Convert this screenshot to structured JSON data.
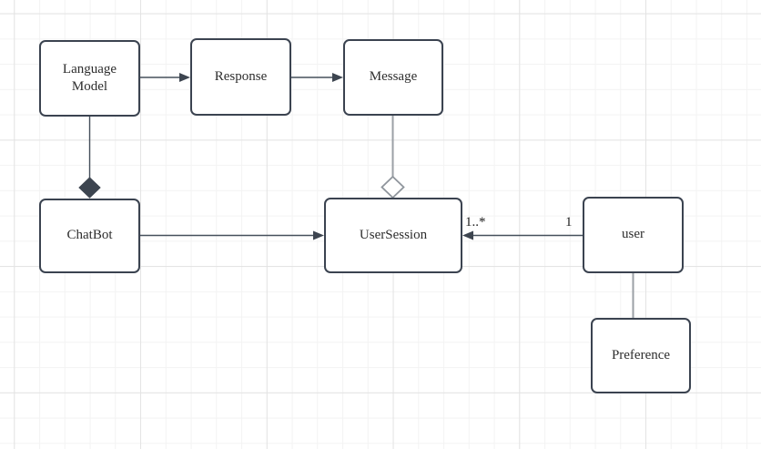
{
  "diagram": {
    "type": "uml-class-diagram",
    "nodes": [
      {
        "id": "language-model",
        "label": "Language Model"
      },
      {
        "id": "response",
        "label": "Response"
      },
      {
        "id": "message",
        "label": "Message"
      },
      {
        "id": "chatbot",
        "label": "ChatBot"
      },
      {
        "id": "user-session",
        "label": "UserSession"
      },
      {
        "id": "user",
        "label": "user"
      },
      {
        "id": "preference",
        "label": "Preference"
      }
    ],
    "edges": [
      {
        "from": "language-model",
        "to": "response",
        "type": "directed-arrow"
      },
      {
        "from": "response",
        "to": "message",
        "type": "directed-arrow"
      },
      {
        "from": "language-model",
        "to": "chatbot",
        "type": "composition-filled-diamond-at-chatbot"
      },
      {
        "from": "message",
        "to": "user-session",
        "type": "aggregation-hollow-diamond-at-usersession"
      },
      {
        "from": "chatbot",
        "to": "user-session",
        "type": "directed-arrow"
      },
      {
        "from": "user",
        "to": "user-session",
        "type": "directed-arrow",
        "source_multiplicity": "1",
        "target_multiplicity": "1..*"
      },
      {
        "from": "user",
        "to": "preference",
        "type": "plain-line"
      }
    ],
    "edge_labels": [
      {
        "text": "1..*"
      },
      {
        "text": "1"
      }
    ],
    "colors": {
      "node_border": "#3b4350",
      "node_fill": "#ffffff",
      "dark_edge": "#46505c",
      "gray_edge": "#9ba0a6",
      "arrowhead": "#3d4550",
      "text": "#2d2d2d",
      "grid_minor": "#f3f3f3",
      "grid_major": "#e3e3e3",
      "canvas_bg": "#ffffff"
    }
  }
}
